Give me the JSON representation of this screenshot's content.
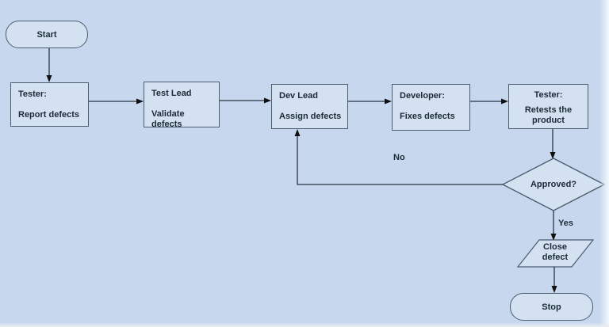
{
  "diagram": {
    "type": "flowchart",
    "subject": "Defect life cycle / defect management process"
  },
  "colors": {
    "background": "#c7d8ee",
    "shape_fill": "#d4e1f1",
    "shape_border": "#4a5c6e",
    "connector_line": "#2b3640",
    "arrowhead": "#111111",
    "text": "#1c2b38"
  },
  "nodes": {
    "start": {
      "type": "terminator",
      "label": "Start"
    },
    "report_defects": {
      "type": "process",
      "line1": "Tester:",
      "line2": "Report defects"
    },
    "validate_defects": {
      "type": "process",
      "line1": "Test Lead",
      "line2": "Validate defects"
    },
    "assign_defects": {
      "type": "process",
      "line1": "Dev Lead",
      "line2": "Assign defects"
    },
    "fixes_defects": {
      "type": "process",
      "line1": "Developer:",
      "line2": "Fixes defects"
    },
    "retests_product": {
      "type": "process",
      "line1": "Tester:",
      "line2": "Retests the product"
    },
    "approved": {
      "type": "decision",
      "label": "Approved?"
    },
    "close_defect": {
      "type": "data",
      "label": "Close defect"
    },
    "stop": {
      "type": "terminator",
      "label": "Stop"
    }
  },
  "edge_labels": {
    "yes": "Yes",
    "no": "No"
  },
  "edges": [
    {
      "from": "start",
      "to": "report_defects"
    },
    {
      "from": "report_defects",
      "to": "validate_defects"
    },
    {
      "from": "validate_defects",
      "to": "assign_defects"
    },
    {
      "from": "assign_defects",
      "to": "fixes_defects"
    },
    {
      "from": "fixes_defects",
      "to": "retests_product"
    },
    {
      "from": "retests_product",
      "to": "approved"
    },
    {
      "from": "approved",
      "to": "close_defect",
      "label": "Yes"
    },
    {
      "from": "approved",
      "to": "assign_defects",
      "label": "No"
    },
    {
      "from": "close_defect",
      "to": "stop"
    }
  ]
}
